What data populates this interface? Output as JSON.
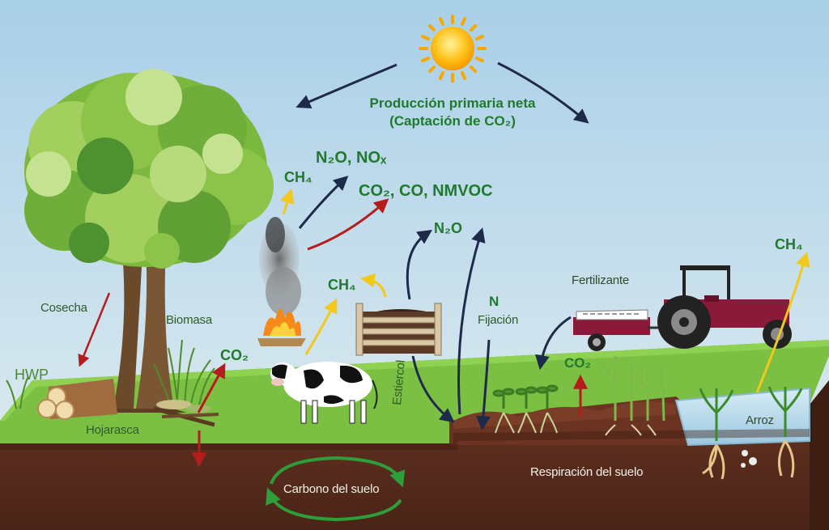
{
  "title": {
    "line1": "Producción primaria neta",
    "line2": "(Captación de CO₂)"
  },
  "labels": {
    "n2o_nox": "N₂O, NOₓ",
    "ch4_fire": "CH₄",
    "co2_co_nmvoc": "CO₂, CO, NMVOC",
    "n2o_manure": "N₂O",
    "ch4_cow": "CH₄",
    "n_fixation_n": "N",
    "n_fixation_label": "Fijación",
    "fertilizante": "Fertilizante",
    "ch4_rice": "CH₄",
    "cosecha": "Cosecha",
    "biomasa": "Biomasa",
    "co2_litter": "CO₂",
    "hwp": "HWP",
    "hojarasca": "Hojarasca",
    "estiercol": "Estiercol",
    "co2_soil": "CO₂",
    "arroz": "Arroz",
    "respiracion": "Respiración del suelo",
    "carbono": "Carbono del suelo"
  },
  "colors": {
    "sky_top": "#9ec9e6",
    "grass": "#7cc043",
    "soil": "#5a2e1e",
    "label_green": "#1f7a2e",
    "arrow_dark": "#1e2a4a",
    "arrow_red": "#b71c1c",
    "arrow_yellow": "#f2c81a",
    "cycle_green": "#2e9e3a"
  },
  "icons": [
    "sun-icon",
    "tree-icon",
    "fire-icon",
    "cow-icon",
    "compost-bin-icon",
    "tractor-icon",
    "rice-plant-icon",
    "log-pile-icon"
  ]
}
